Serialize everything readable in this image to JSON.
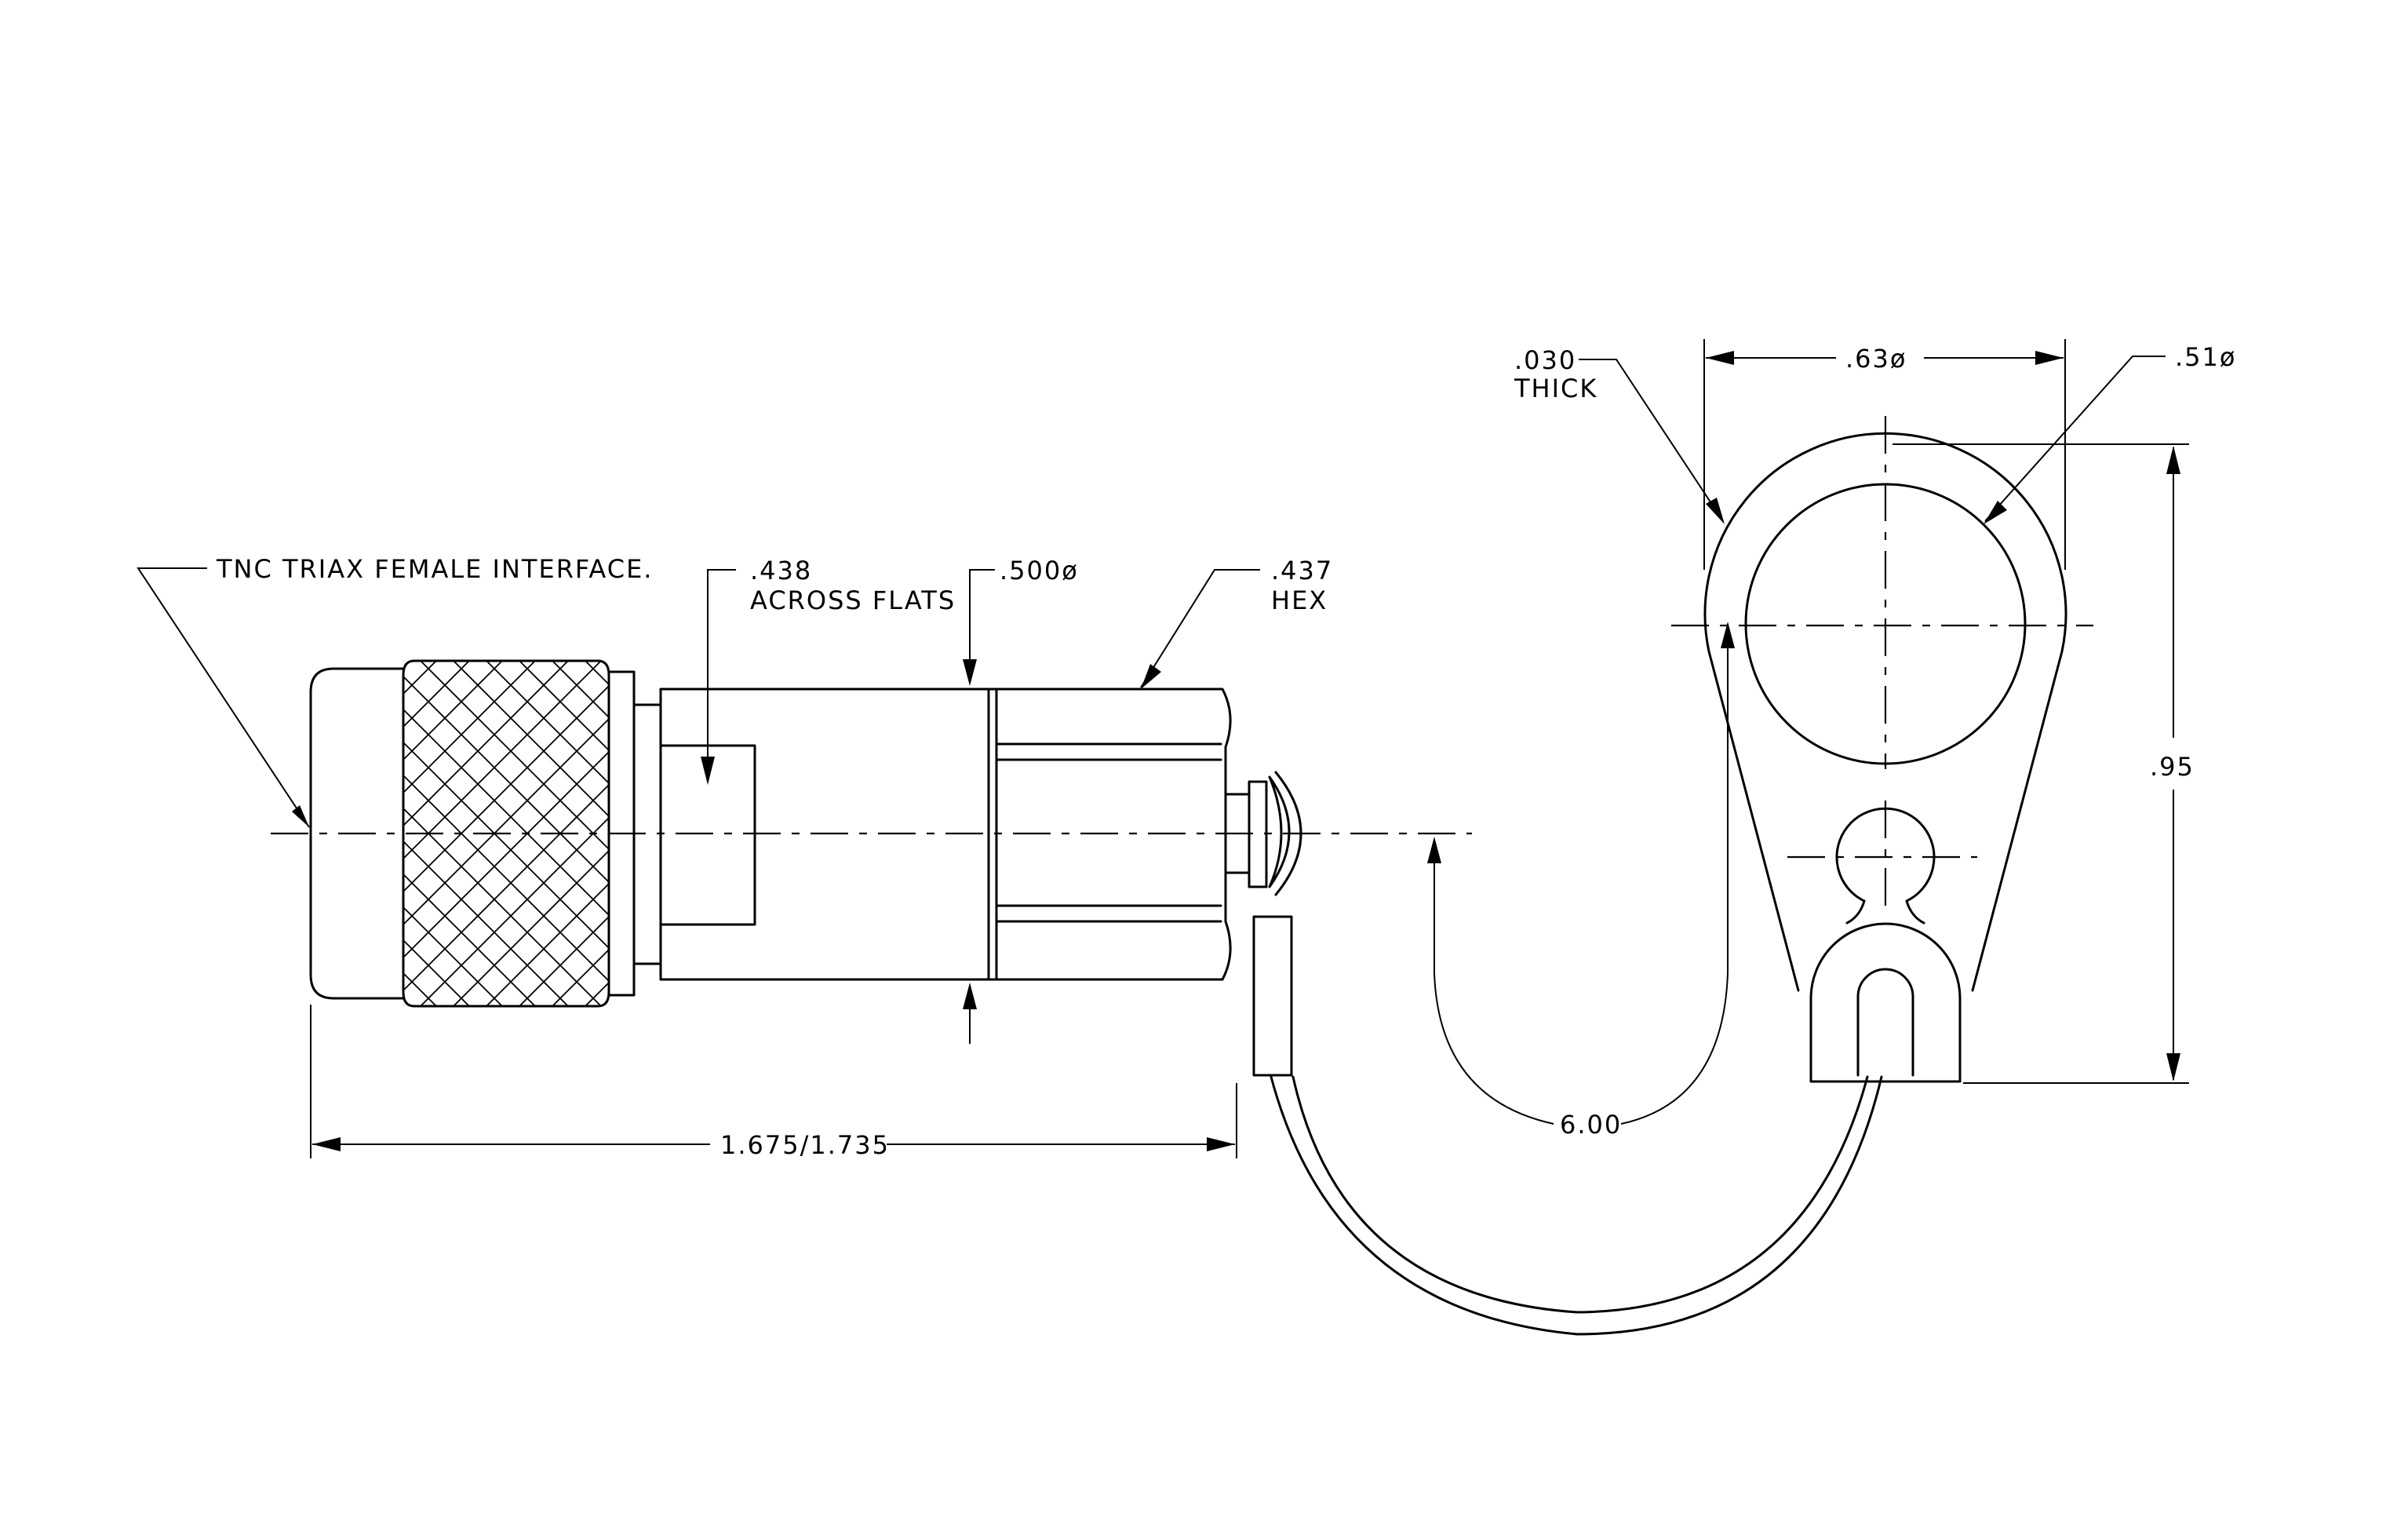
{
  "callouts": {
    "interface": "TNC TRIAX FEMALE INTERFACE.",
    "flats_value": ".438",
    "flats_label": "ACROSS FLATS",
    "body_dia": ".500ø",
    "hex_value": ".437",
    "hex_label": "HEX",
    "length": "1.675/1.735",
    "chain_length": "6.00",
    "thick_value": ".030",
    "thick_label": "THICK",
    "ring_outer_dia": ".63ø",
    "ring_inner_dia": ".51ø",
    "ring_height": ".95"
  }
}
